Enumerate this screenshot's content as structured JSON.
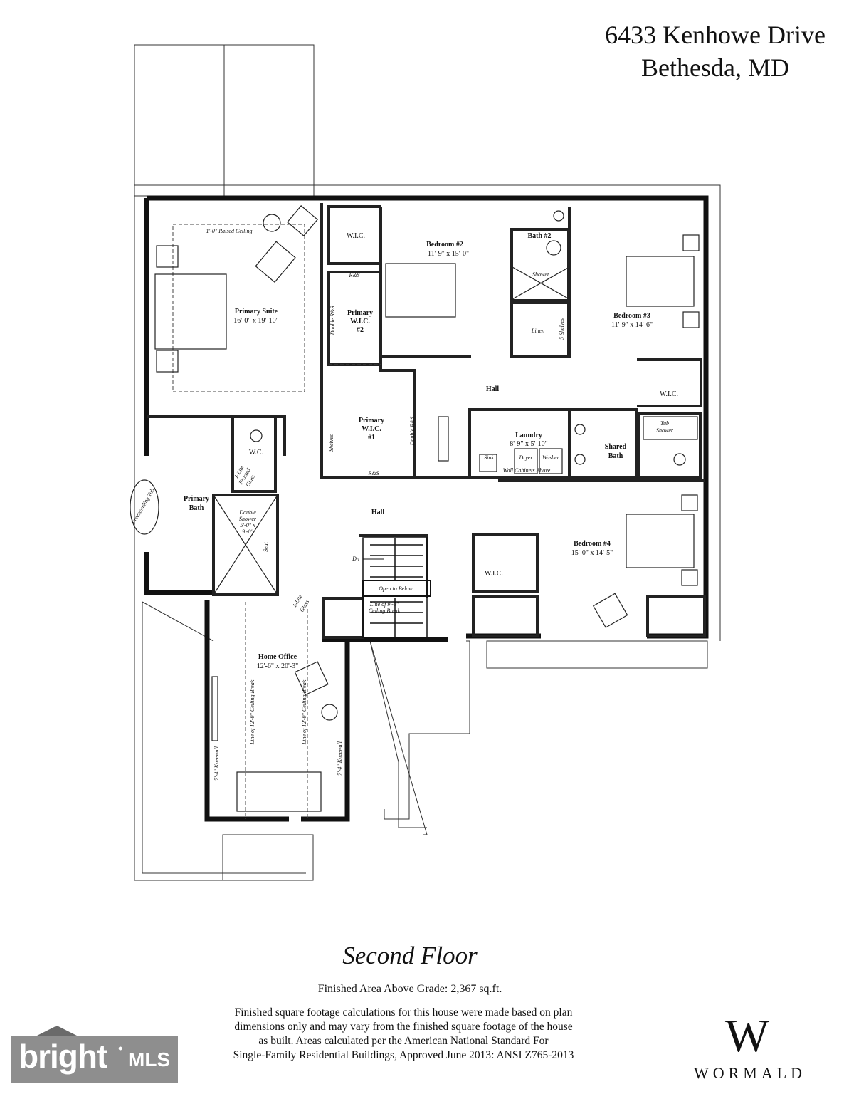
{
  "header": {
    "address_line1": "6433 Kenhowe Drive",
    "address_line2": "Bethesda, MD"
  },
  "rooms": {
    "primary_suite": {
      "name": "Primary Suite",
      "dims": "16'-0\" x 19'-10\""
    },
    "raised_ceiling": "1'-0\" Raised Ceiling",
    "wic_top": "W.I.C.",
    "bedroom2": {
      "name": "Bedroom #2",
      "dims": "11'-9\" x 15'-0\""
    },
    "bath2": "Bath #2",
    "shower": "Shower",
    "linen": "Linen",
    "shelves5": "5 Shelves",
    "bedroom3": {
      "name": "Bedroom #3",
      "dims": "11'-9\" x 14'-6\""
    },
    "primary_wic2": {
      "line1": "Primary",
      "line2": "W.I.C.",
      "line3": "#2"
    },
    "rs_top": "R&S",
    "double_rs_left": "Double R&S",
    "hall_upper": "Hall",
    "wic_right": "W.I.C.",
    "primary_wic1": {
      "line1": "Primary",
      "line2": "W.I.C.",
      "line3": "#1"
    },
    "shelves": "Shelves",
    "double_rs_right": "Double R&S",
    "rs_bottom": "R&S",
    "laundry": {
      "name": "Laundry",
      "dims": "8'-9\" x 5'-10\""
    },
    "dryer": "Dryer",
    "washer": "Washer",
    "sink": "Sink",
    "wall_cabinets": "Wall Cabinets Above",
    "shared_bath": {
      "line1": "Shared",
      "line2": "Bath"
    },
    "tub_shower": {
      "line1": "Tub",
      "line2": "Shower"
    },
    "wc": "W.C.",
    "primary_bath": {
      "line1": "Primary",
      "line2": "Bath"
    },
    "freestanding_tub": "Freestanding Tub",
    "lite_frosted": {
      "line1": "1-Lite",
      "line2": "Frosted",
      "line3": "Glass"
    },
    "double_shower": {
      "line1": "Double",
      "line2": "Shower",
      "line3": "5'-0\" x",
      "line4": "9'-0\""
    },
    "seat": "Seat",
    "hall_lower": "Hall",
    "dn": "Dn",
    "open_to_below": "Open to Below",
    "ceiling_break": {
      "line1": "Line of 9'-0\"",
      "line2": "Ceiling Break"
    },
    "lite_glass": {
      "line1": "1-Lite",
      "line2": "Glass"
    },
    "bedroom4": {
      "name": "Bedroom #4",
      "dims": "15'-0\" x 14'-5\""
    },
    "wic_b4": "W.I.C.",
    "home_office": {
      "name": "Home Office",
      "dims": "12'-6\" x 20'-3\""
    },
    "kneewall_left": "7'-4\" Kneewall",
    "kneewall_right": "7'-4\" Kneewall",
    "ceiling_break_12a": "Line of 12'-0\" Ceiling Break",
    "ceiling_break_12b": "Line of 12'-0\" Ceiling Break"
  },
  "footer": {
    "floor_title": "Second Floor",
    "area": "Finished Area Above Grade:  2,367 sq.ft.",
    "disclaimer_lines": [
      "Finished square footage calculations for this house were made based on plan",
      "dimensions only and may vary from the finished square footage of the house",
      "as built. Areas calculated per the American National Standard For",
      "Single-Family Residential Buildings, Approved June 2013: ANSI Z765-2013"
    ],
    "brand_mark": "W",
    "brand_name": "WORMALD"
  },
  "watermark": {
    "brand": "bright",
    "suffix": "MLS"
  }
}
